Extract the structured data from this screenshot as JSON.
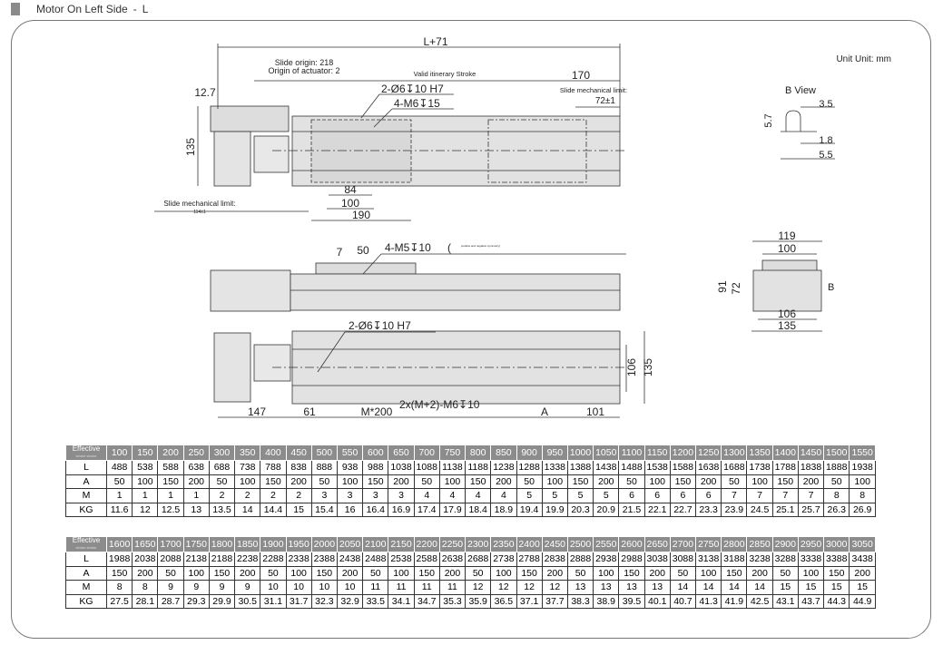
{
  "header": {
    "title": "Motor On Left Side",
    "separator": "-",
    "variant": "L"
  },
  "drawing": {
    "unit": "Unit Unit: mm",
    "top_view": {
      "overall": "L+71",
      "slide_origin": "Slide origin: 218",
      "actuator_origin": "Origin of actuator: 2",
      "stroke": "Valid itinerary Stroke",
      "right_offset": "170",
      "right_limit_label": "Slide mechanical limit:",
      "right_limit_value": "72±1",
      "left_limit_label": "Slide mechanical limit:",
      "left_limit_value": "114±1",
      "dim_12_7": "12.7",
      "height": "135",
      "pin_callout": "2-Ø6↧10 H7",
      "screw_callout": "4-M6↧15",
      "w84": "84",
      "w100": "100",
      "w190": "190"
    },
    "b_view": {
      "title": "B View",
      "d35": "3.5",
      "d57": "5.7",
      "d18": "1.8",
      "d55": "5.5"
    },
    "side_view": {
      "d7": "7",
      "d50": "50",
      "callout": "4-M5↧10",
      "note_paren": "(",
      "note": "positive and negative symmetry)"
    },
    "end_view": {
      "w119": "119",
      "w100": "100",
      "h91": "91",
      "h72": "72",
      "w106": "106",
      "w135": "135",
      "label_b": "B"
    },
    "bottom_view": {
      "pin_callout": "2-Ø6↧10 H7",
      "d147": "147",
      "d61": "61",
      "pitch": "M*200",
      "holes": "2x(M+2)-M6↧10",
      "a": "A",
      "d101": "101",
      "h106": "106",
      "h135": "135"
    }
  },
  "tables": [
    {
      "header": "Effective",
      "subheader": "stroke stroke",
      "strokes": [
        "100",
        "150",
        "200",
        "250",
        "300",
        "350",
        "400",
        "450",
        "500",
        "550",
        "600",
        "650",
        "700",
        "750",
        "800",
        "850",
        "900",
        "950",
        "1000",
        "1050",
        "1100",
        "1150",
        "1200",
        "1250",
        "1300",
        "1350",
        "1400",
        "1450",
        "1500",
        "1550"
      ],
      "rows": [
        {
          "label": "L",
          "values": [
            "488",
            "538",
            "588",
            "638",
            "688",
            "738",
            "788",
            "838",
            "888",
            "938",
            "988",
            "1038",
            "1088",
            "1138",
            "1188",
            "1238",
            "1288",
            "1338",
            "1388",
            "1438",
            "1488",
            "1538",
            "1588",
            "1638",
            "1688",
            "1738",
            "1788",
            "1838",
            "1888",
            "1938"
          ]
        },
        {
          "label": "A",
          "values": [
            "50",
            "100",
            "150",
            "200",
            "50",
            "100",
            "150",
            "200",
            "50",
            "100",
            "150",
            "200",
            "50",
            "100",
            "150",
            "200",
            "50",
            "100",
            "150",
            "200",
            "50",
            "100",
            "150",
            "200",
            "50",
            "100",
            "150",
            "200",
            "50",
            "100"
          ]
        },
        {
          "label": "M",
          "values": [
            "1",
            "1",
            "1",
            "1",
            "2",
            "2",
            "2",
            "2",
            "3",
            "3",
            "3",
            "3",
            "4",
            "4",
            "4",
            "4",
            "5",
            "5",
            "5",
            "5",
            "6",
            "6",
            "6",
            "6",
            "7",
            "7",
            "7",
            "7",
            "8",
            "8"
          ]
        },
        {
          "label": "KG",
          "values": [
            "11.6",
            "12",
            "12.5",
            "13",
            "13.5",
            "14",
            "14.4",
            "15",
            "15.4",
            "16",
            "16.4",
            "16.9",
            "17.4",
            "17.9",
            "18.4",
            "18.9",
            "19.4",
            "19.9",
            "20.3",
            "20.9",
            "21.5",
            "22.1",
            "22.7",
            "23.3",
            "23.9",
            "24.5",
            "25.1",
            "25.7",
            "26.3",
            "26.9"
          ]
        }
      ]
    },
    {
      "header": "Effective",
      "subheader": "stroke stroke",
      "strokes": [
        "1600",
        "1650",
        "1700",
        "1750",
        "1800",
        "1850",
        "1900",
        "1950",
        "2000",
        "2050",
        "2100",
        "2150",
        "2200",
        "2250",
        "2300",
        "2350",
        "2400",
        "2450",
        "2500",
        "2550",
        "2600",
        "2650",
        "2700",
        "2750",
        "2800",
        "2850",
        "2900",
        "2950",
        "3000",
        "3050"
      ],
      "rows": [
        {
          "label": "L",
          "values": [
            "1988",
            "2038",
            "2088",
            "2138",
            "2188",
            "2238",
            "2288",
            "2338",
            "2388",
            "2438",
            "2488",
            "2538",
            "2588",
            "2638",
            "2688",
            "2738",
            "2788",
            "2838",
            "2888",
            "2938",
            "2988",
            "3038",
            "3088",
            "3138",
            "3188",
            "3238",
            "3288",
            "3338",
            "3388",
            "3438"
          ]
        },
        {
          "label": "A",
          "values": [
            "150",
            "200",
            "50",
            "100",
            "150",
            "200",
            "50",
            "100",
            "150",
            "200",
            "50",
            "100",
            "150",
            "200",
            "50",
            "100",
            "150",
            "200",
            "50",
            "100",
            "150",
            "200",
            "50",
            "100",
            "150",
            "200",
            "50",
            "100",
            "150",
            "200"
          ]
        },
        {
          "label": "M",
          "values": [
            "8",
            "8",
            "9",
            "9",
            "9",
            "9",
            "10",
            "10",
            "10",
            "10",
            "11",
            "11",
            "11",
            "11",
            "12",
            "12",
            "12",
            "12",
            "13",
            "13",
            "13",
            "13",
            "14",
            "14",
            "14",
            "14",
            "15",
            "15",
            "15",
            "15"
          ]
        },
        {
          "label": "KG",
          "values": [
            "27.5",
            "28.1",
            "28.7",
            "29.3",
            "29.9",
            "30.5",
            "31.1",
            "31.7",
            "32.3",
            "32.9",
            "33.5",
            "34.1",
            "34.7",
            "35.3",
            "35.9",
            "36.5",
            "37.1",
            "37.7",
            "38.3",
            "38.9",
            "39.5",
            "40.1",
            "40.7",
            "41.3",
            "41.9",
            "42.5",
            "43.1",
            "43.7",
            "44.3",
            "44.9"
          ]
        }
      ]
    }
  ]
}
